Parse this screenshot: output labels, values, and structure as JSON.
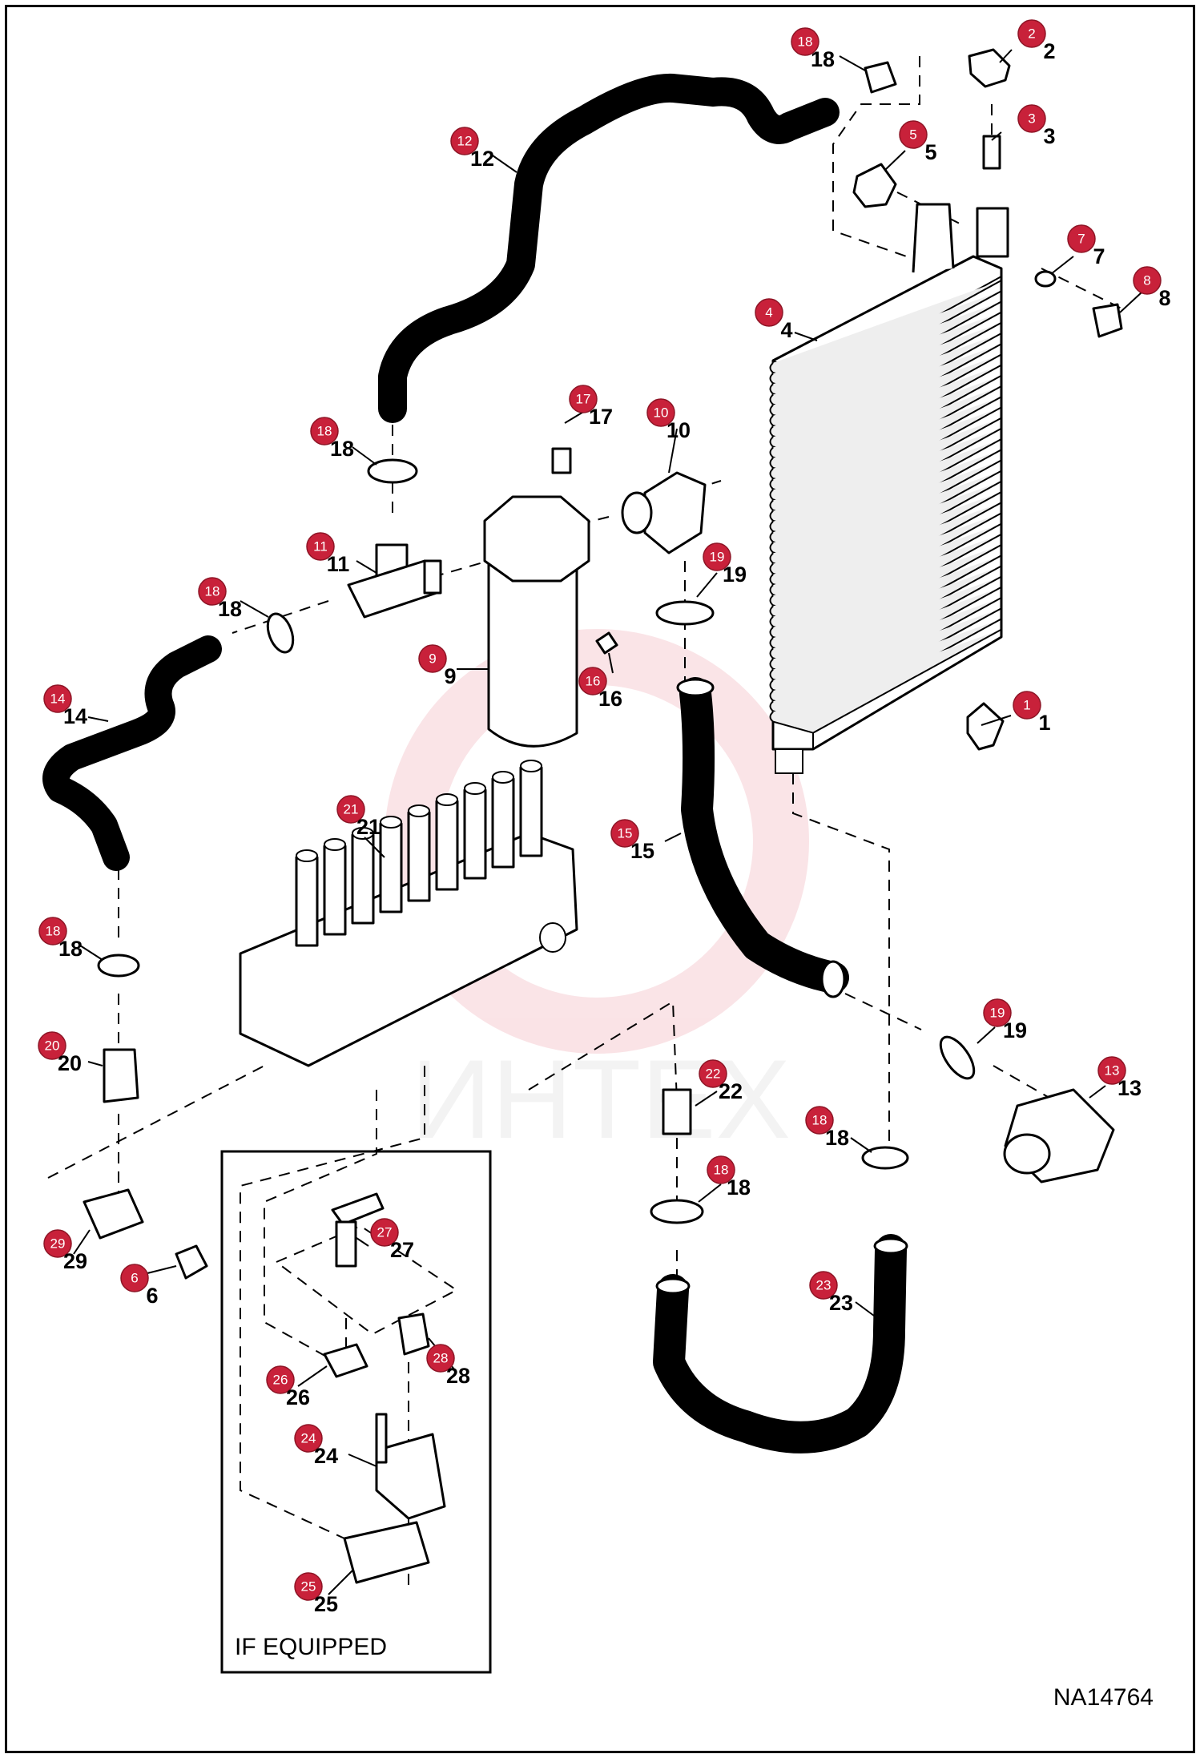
{
  "diagram": {
    "reference_code": "NA14764",
    "inset_label": "IF EQUIPPED",
    "watermark_text": "ИНТЕХ",
    "accent_color": "#c8213a",
    "hose_color": "#000000"
  },
  "callouts": [
    {
      "id": "c1",
      "number": "1"
    },
    {
      "id": "c2",
      "number": "2"
    },
    {
      "id": "c3",
      "number": "3"
    },
    {
      "id": "c4",
      "number": "4"
    },
    {
      "id": "c5",
      "number": "5"
    },
    {
      "id": "c6",
      "number": "6"
    },
    {
      "id": "c7",
      "number": "7"
    },
    {
      "id": "c8",
      "number": "8"
    },
    {
      "id": "c9",
      "number": "9"
    },
    {
      "id": "c10",
      "number": "10"
    },
    {
      "id": "c11",
      "number": "11"
    },
    {
      "id": "c12",
      "number": "12"
    },
    {
      "id": "c13",
      "number": "13"
    },
    {
      "id": "c14",
      "number": "14"
    },
    {
      "id": "c15",
      "number": "15"
    },
    {
      "id": "c16",
      "number": "16"
    },
    {
      "id": "c17",
      "number": "17"
    },
    {
      "id": "c18a",
      "number": "18"
    },
    {
      "id": "c18b",
      "number": "18"
    },
    {
      "id": "c18c",
      "number": "18"
    },
    {
      "id": "c18d",
      "number": "18"
    },
    {
      "id": "c18e",
      "number": "18"
    },
    {
      "id": "c18f",
      "number": "18"
    },
    {
      "id": "c19a",
      "number": "19"
    },
    {
      "id": "c19b",
      "number": "19"
    },
    {
      "id": "c20",
      "number": "20"
    },
    {
      "id": "c21",
      "number": "21"
    },
    {
      "id": "c22",
      "number": "22"
    },
    {
      "id": "c23",
      "number": "23"
    },
    {
      "id": "c24",
      "number": "24"
    },
    {
      "id": "c25",
      "number": "25"
    },
    {
      "id": "c26",
      "number": "26"
    },
    {
      "id": "c27",
      "number": "27"
    },
    {
      "id": "c28",
      "number": "28"
    },
    {
      "id": "c29",
      "number": "29"
    }
  ]
}
